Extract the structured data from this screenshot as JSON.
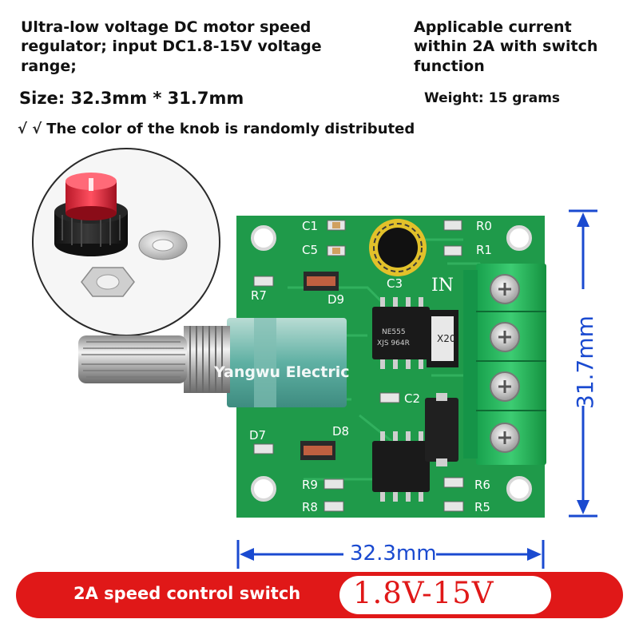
{
  "headline": {
    "description": "Ultra-low voltage DC motor speed regulator; input DC1.8-15V voltage range;",
    "current": "Applicable current within 2A with switch function",
    "size": "Size: 32.3mm * 31.7mm",
    "weight": "Weight: 15 grams",
    "check_marks": "√ √",
    "knob_note": "The color of the knob is randomly distributed"
  },
  "board": {
    "silkscreen": {
      "c1": "C1",
      "c5": "C5",
      "r0": "R0",
      "r1": "R1",
      "r7": "R7",
      "d9": "D9",
      "c3": "C3",
      "in": "IN",
      "d7": "D7",
      "d8": "D8",
      "c2": "C2",
      "r9": "R9",
      "r8": "R8",
      "r6": "R6",
      "r5": "R5"
    },
    "chip_text": {
      "ic1_line1": "NE555",
      "ic1_line2": "XJS 964R",
      "fuse": "X20"
    },
    "watermark": "Yangwu Electric"
  },
  "dimensions": {
    "height_label": "31.7mm",
    "width_label": "32.3mm"
  },
  "banner": {
    "left_text": "2A speed control switch",
    "right_text": "1.8V-15V"
  },
  "colors": {
    "pcb_green": "#1f9a4a",
    "terminal_green": "#22b55a",
    "dimension_blue": "#1a4ad0",
    "banner_red": "#e01818",
    "knob_red": "#e23040"
  }
}
